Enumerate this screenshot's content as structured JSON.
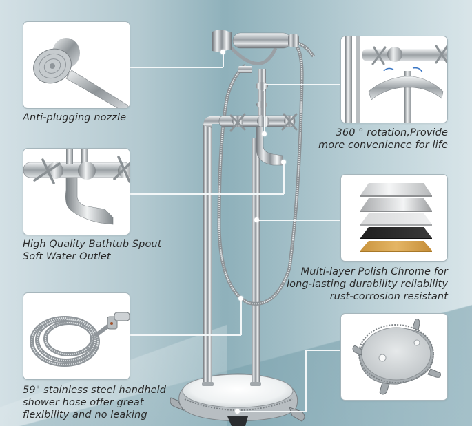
{
  "features": [
    {
      "id": "nozzle",
      "caption": "Anti-plugging nozzle",
      "image_icon": "handheld-shower-head-icon"
    },
    {
      "id": "rotation",
      "caption": "360 ° rotation,Provide\nmore convenience for life",
      "image_icon": "swivel-spout-icon"
    },
    {
      "id": "spout",
      "caption": "High Quality Bathtub Spout\nSoft Water Outlet",
      "image_icon": "bathtub-spout-icon"
    },
    {
      "id": "chrome",
      "caption": "Multi-layer Polish Chrome for\nlong-lasting durability reliability\nrust-corrosion resistant",
      "image_icon": "chrome-layers-icon",
      "layers": [
        "#d9dadb",
        "#b9babb",
        "#e6e7e8",
        "#2b2b2b",
        "#d7a44d"
      ]
    },
    {
      "id": "hose",
      "caption": "59\" stainless steel handheld\nshower hose offer great\nflexibility and no leaking",
      "image_icon": "coiled-hose-icon"
    },
    {
      "id": "base",
      "caption": "",
      "image_icon": "floor-base-icon"
    }
  ],
  "product": {
    "icon": "freestanding-tub-faucet-icon",
    "finish_color": "#c8ccd0"
  },
  "colors": {
    "background": "#9fbcc5",
    "card_border": "#a6b6bc",
    "connector": "#f3f7f8",
    "caption_text": "#2a2a2a"
  }
}
